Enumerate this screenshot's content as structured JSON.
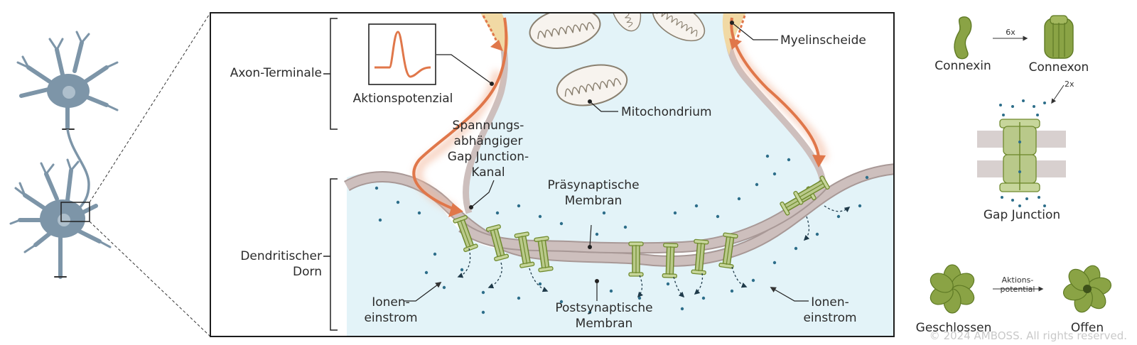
{
  "labels": {
    "axon_terminal": "Axon-Terminale",
    "action_potential": "Aktionspotenzial",
    "voltage_gated_1": "Spannungs-",
    "voltage_gated_2": "abhängiger",
    "voltage_gated_3": "Gap Junction-",
    "voltage_gated_4": "Kanal",
    "mitochondrium": "Mitochondrium",
    "myelin": "Myelinscheide",
    "presynaptic_1": "Präsynaptische",
    "presynaptic_2": "Membran",
    "postsynaptic_1": "Postsynaptische",
    "postsynaptic_2": "Membran",
    "dendritic_1": "Dendritischer",
    "dendritic_2": "Dorn",
    "ion_left_1": "Ionen-",
    "ion_left_2": "einstrom",
    "ion_right_1": "Ionen-",
    "ion_right_2": "einstrom"
  },
  "assembly": {
    "connexin": "Connexin",
    "connexon": "Connexon",
    "gap_junction": "Gap Junction",
    "factor_6x": "6x",
    "factor_2x": "2x"
  },
  "states": {
    "closed": "Geschlossen",
    "open": "Offen",
    "trigger_1": "Aktions-",
    "trigger_2": "potential"
  },
  "copyright": "© 2024 AMBOSS. All rights reserved.",
  "colors": {
    "cytoplasm": "#e3f3f8",
    "membrane": "#cdbfbd",
    "membrane_edge": "#a89896",
    "channel": "#b9c98a",
    "channel_dark": "#6f8a2e",
    "flower": "#8aa345",
    "signal": "#e0774a",
    "neuron": "#7d95a8",
    "ions": "#2d6e8a",
    "myelin": "#f1d9a4"
  }
}
